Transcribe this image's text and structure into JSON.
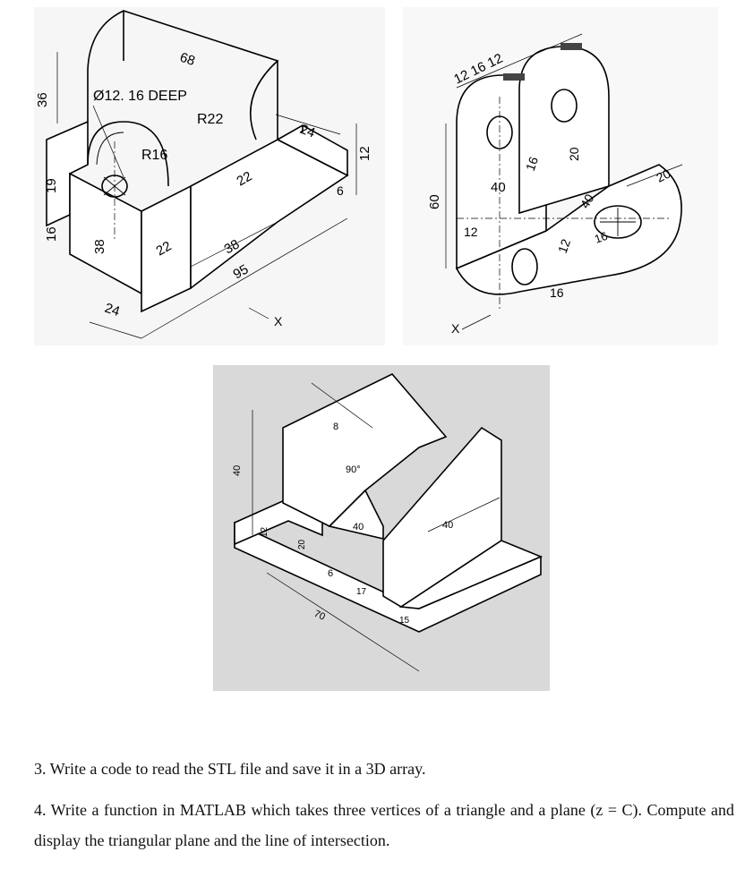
{
  "figure_a": {
    "labels": {
      "hole": "Ø12. 16 DEEP",
      "r_big": "R22",
      "r_small": "R16",
      "d68": "68",
      "d36": "36",
      "d19": "19",
      "d16": "16",
      "d38": "38",
      "d24": "24",
      "d22a": "22",
      "d22b": "22",
      "d38b": "38",
      "d95": "95",
      "d24b": "24",
      "d6": "6",
      "d12": "12",
      "view_x": "X"
    }
  },
  "figure_b": {
    "labels": {
      "top": "12  16  12",
      "d60": "60",
      "d40a": "40",
      "d16a": "16",
      "d20a": "20",
      "d40b": "40",
      "d20b": "20",
      "d16b": "16",
      "d12a": "12",
      "d12b": "12",
      "d16c": "16",
      "view_x": "X"
    }
  },
  "figure_c": {
    "labels": {
      "d40": "40",
      "d8": "8",
      "d90": "90°",
      "d40a": "40",
      "d40b": "40",
      "d12": "12",
      "d20": "20",
      "d6": "6",
      "d17": "17",
      "d70": "70",
      "d15": "15"
    }
  },
  "questions": {
    "q3": "3. Write a code to read the STL file and save it in a 3D array.",
    "q4": "4. Write a function in MATLAB which takes three vertices of a triangle and a plane (z = C). Compute and display the triangular plane and the line of intersection."
  }
}
